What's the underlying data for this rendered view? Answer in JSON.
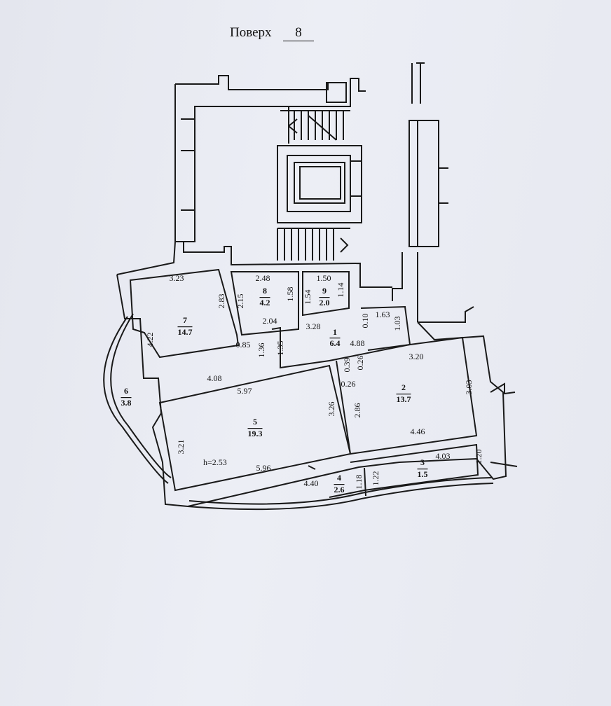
{
  "header": {
    "floor_label": "Поверх",
    "floor_number": "8"
  },
  "rooms": [
    {
      "number": "1",
      "area": "6.4"
    },
    {
      "number": "2",
      "area": "13.7"
    },
    {
      "number": "3",
      "area": "1.5"
    },
    {
      "number": "4",
      "area": "2.6"
    },
    {
      "number": "5",
      "area": "19.3"
    },
    {
      "number": "6",
      "area": "3.8"
    },
    {
      "number": "7",
      "area": "14.7"
    },
    {
      "number": "8",
      "area": "4.2"
    },
    {
      "number": "9",
      "area": "2.0"
    }
  ],
  "ceiling_height": "h=2.53",
  "dimensions": [
    "3.23",
    "2.83",
    "4.22",
    "0.85",
    "1.36",
    "4.08",
    "2.48",
    "2.15",
    "1.58",
    "2.04",
    "1.50",
    "1.54",
    "1.14",
    "3.28",
    "0.10",
    "1.63",
    "1.03",
    "1.35",
    "4.88",
    "0.39",
    "0.26",
    "0.26",
    "3.20",
    "2.86",
    "3.03",
    "4.46",
    "5.97",
    "3.26",
    "3.21",
    "5.96",
    "4.40",
    "1.18",
    "1.22",
    "4.03",
    "1.20"
  ],
  "colors": {
    "ink": "#1a1a1a",
    "paper": "#e9ebf2",
    "backdrop": "#5a5d66"
  }
}
